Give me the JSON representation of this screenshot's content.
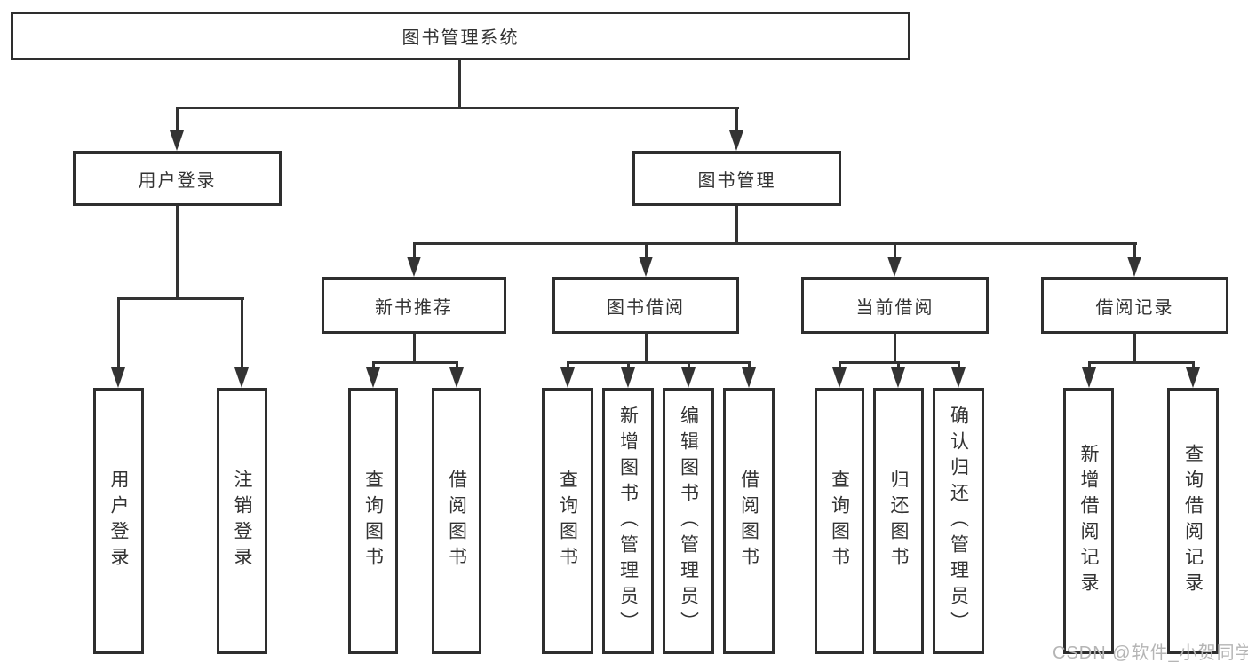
{
  "tree": {
    "root": {
      "label": "图书管理系统"
    },
    "branches": [
      {
        "label": "用户登录",
        "leaves": [
          {
            "label": "用户登录"
          },
          {
            "label": "注销登录"
          }
        ]
      },
      {
        "label": "图书管理",
        "children": [
          {
            "label": "新书推荐",
            "leaves": [
              {
                "label": "查询图书"
              },
              {
                "label": "借阅图书"
              }
            ]
          },
          {
            "label": "图书借阅",
            "leaves": [
              {
                "label": "查询图书"
              },
              {
                "label": "新增图书（管理员）"
              },
              {
                "label": "编辑图书（管理员）"
              },
              {
                "label": "借阅图书"
              }
            ]
          },
          {
            "label": "当前借阅",
            "leaves": [
              {
                "label": "查询图书"
              },
              {
                "label": "归还图书"
              },
              {
                "label": "确认归还（管理员）"
              }
            ]
          },
          {
            "label": "借阅记录",
            "leaves": [
              {
                "label": "新增借阅记录"
              },
              {
                "label": "查询借阅记录"
              }
            ]
          }
        ]
      }
    ]
  },
  "watermark": {
    "text": "CSDN @软件_小贺同学"
  },
  "colors": {
    "line": "#333333",
    "box_border": "#2e2e2e",
    "text": "#333333",
    "watermark": "#b5b5b5",
    "background": "#ffffff"
  }
}
